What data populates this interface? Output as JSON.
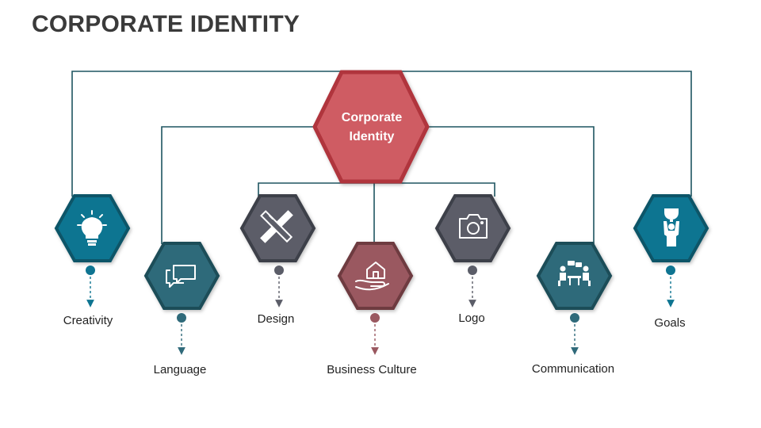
{
  "title": "CORPORATE IDENTITY",
  "center": {
    "line1": "Corporate",
    "line2": "Identity",
    "color": "#CF5C63",
    "border": "#B0343E"
  },
  "colors": {
    "teal": "#0E7491",
    "teal_border": "#0A5568",
    "slate": "#2F6A7A",
    "slate_border": "#1F4D59",
    "gray": "#5B5D68",
    "gray_border": "#3D3F48",
    "mauve": "#9A5860",
    "mauve_border": "#6E3A41",
    "line": "#1E5560"
  },
  "nodes": [
    {
      "id": "creativity",
      "label": "Creativity",
      "icon": "lightbulb-icon",
      "color": "teal"
    },
    {
      "id": "language",
      "label": "Language",
      "icon": "chat-bubbles-icon",
      "color": "slate"
    },
    {
      "id": "design",
      "label": "Design",
      "icon": "pencil-ruler-icon",
      "color": "gray"
    },
    {
      "id": "business-culture",
      "label": "Business Culture",
      "icon": "hand-house-icon",
      "color": "mauve"
    },
    {
      "id": "logo",
      "label": "Logo",
      "icon": "camera-icon",
      "color": "gray"
    },
    {
      "id": "communication",
      "label": "Communication",
      "icon": "meeting-icon",
      "color": "slate"
    },
    {
      "id": "goals",
      "label": "Goals",
      "icon": "trophy-person-icon",
      "color": "teal"
    }
  ]
}
